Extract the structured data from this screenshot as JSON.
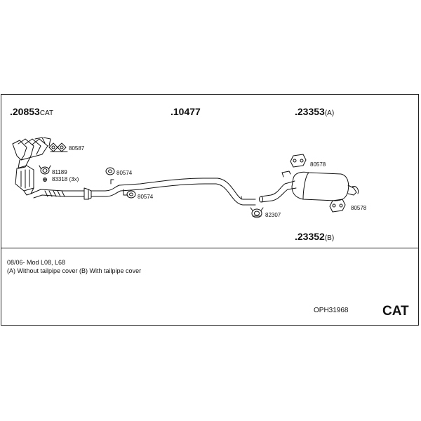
{
  "parts": {
    "manifold": {
      "number": ".20853",
      "suffix": "CAT"
    },
    "middle_pipe": {
      "number": ".10477",
      "suffix": ""
    },
    "rear_silencer_a": {
      "number": ".23353",
      "suffix": "(A)"
    },
    "rear_silencer_b": {
      "number": ".23352",
      "suffix": "(B)"
    }
  },
  "small_parts": {
    "gasket_set": "80587",
    "clamp_ring": "81189",
    "bolt_set": "83318 (3x)",
    "hanger_1": "80574",
    "hanger_2": "80574",
    "hanger_rear_top": "80578",
    "hanger_rear_bottom": "80578",
    "clamp_mid": "82307"
  },
  "notes": {
    "line1": "08/06-   Mod L08, L68",
    "line2": "(A) Without tailpipe cover (B) With tailpipe cover"
  },
  "footer": {
    "code": "OPH31968",
    "brand": "CAT"
  }
}
